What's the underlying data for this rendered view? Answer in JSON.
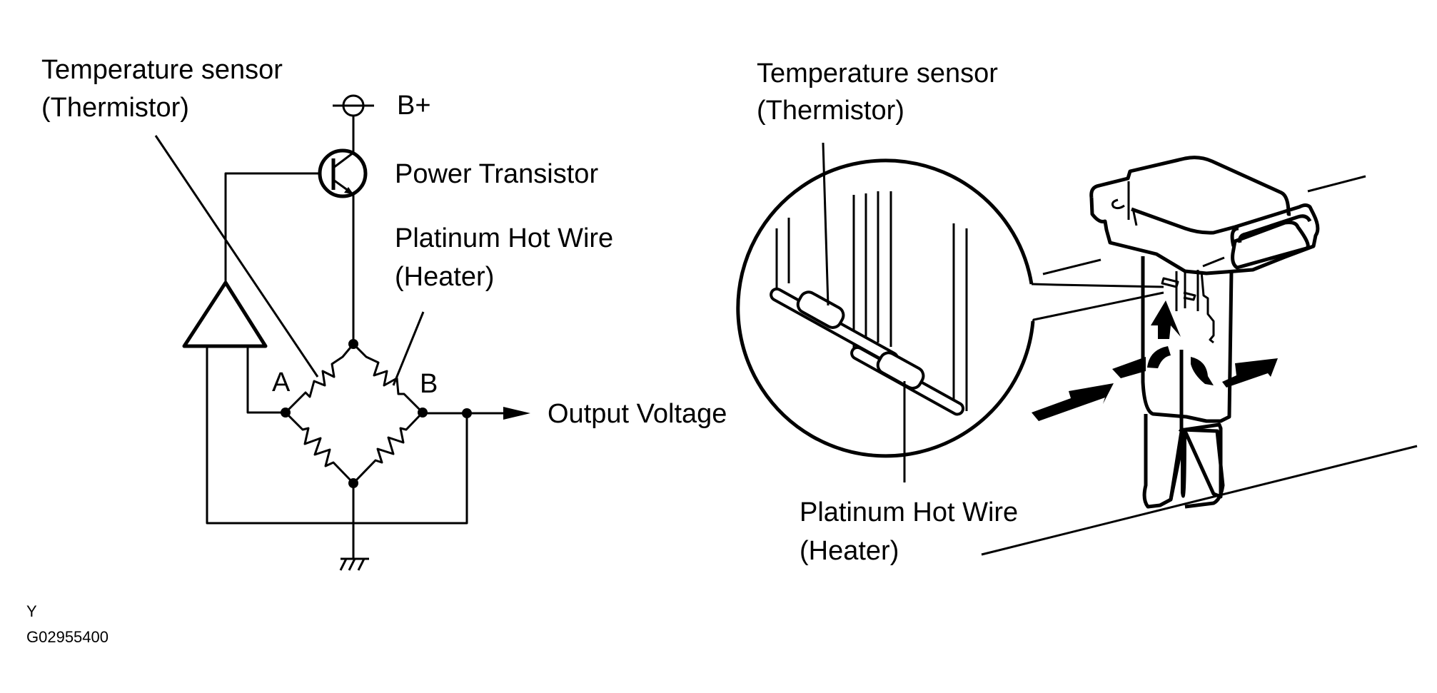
{
  "circuit": {
    "temp_sensor_line1": "Temperature sensor",
    "temp_sensor_line2": "(Thermistor)",
    "supply_label": "B+",
    "transistor_label": "Power Transistor",
    "hot_wire_line1": "Platinum Hot Wire",
    "hot_wire_line2": "(Heater)",
    "node_a_label": "A",
    "node_b_label": "B",
    "output_label": "Output Voltage"
  },
  "sensor_view": {
    "temp_sensor_line1": "Temperature sensor",
    "temp_sensor_line2": "(Thermistor)",
    "hot_wire_line1": "Platinum Hot Wire",
    "hot_wire_line2": "(Heater)"
  },
  "footer": {
    "view_code": "Y",
    "figure_id": "G02955400"
  }
}
